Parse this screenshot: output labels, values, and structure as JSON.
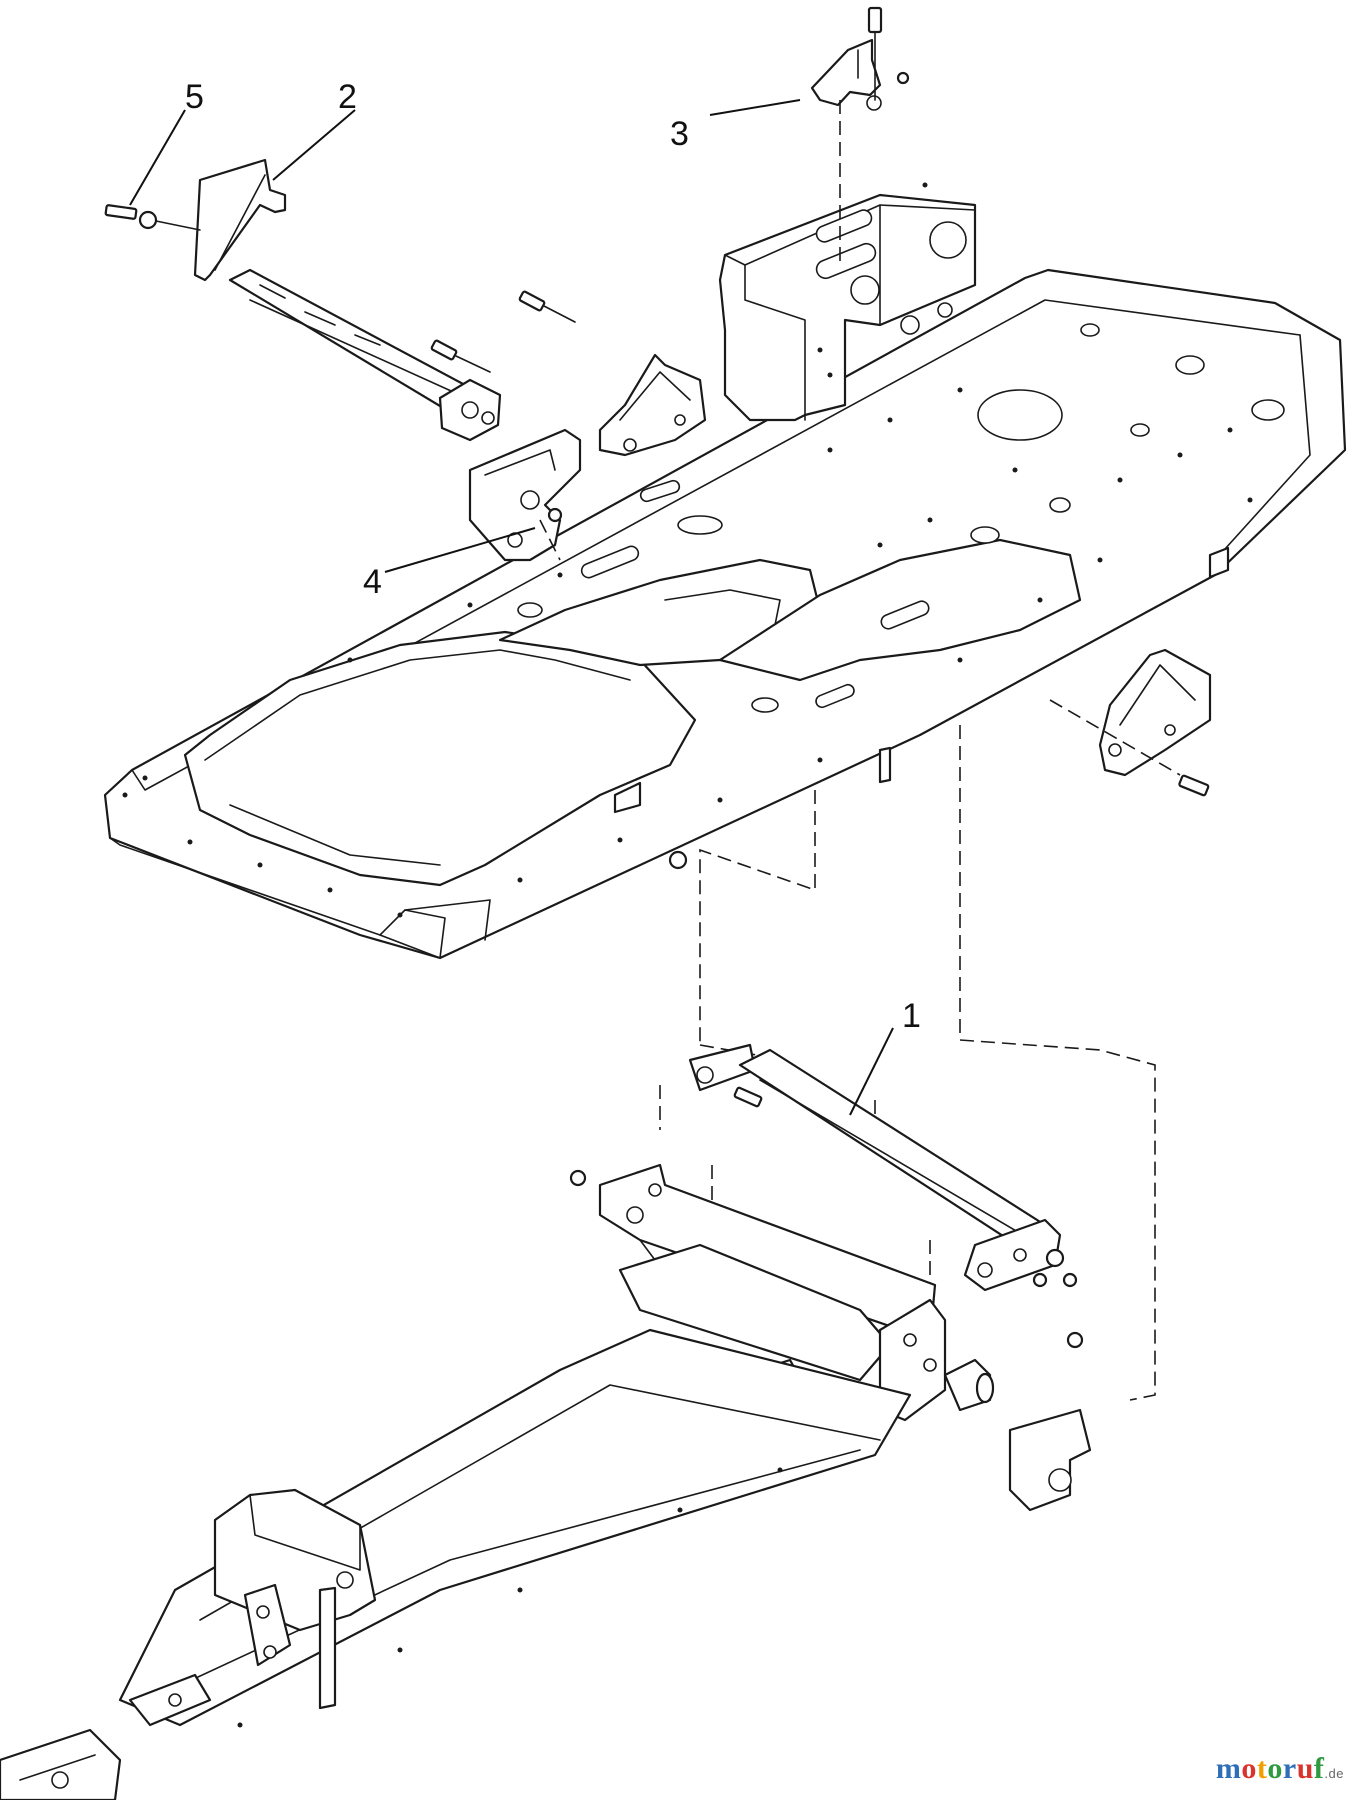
{
  "diagram": {
    "callouts": [
      {
        "id": "1",
        "label": "1"
      },
      {
        "id": "2",
        "label": "2"
      },
      {
        "id": "3",
        "label": "3"
      },
      {
        "id": "4",
        "label": "4"
      },
      {
        "id": "5",
        "label": "5"
      }
    ]
  },
  "watermark": {
    "brand": [
      "m",
      "o",
      "t",
      "o",
      "r",
      "u",
      "f"
    ],
    "tld": ".de"
  },
  "colors": {
    "line": "#1a1a1a",
    "watermark_blue": "#2e6fb8",
    "watermark_red": "#d9342b",
    "watermark_yellow": "#f0a000",
    "watermark_green": "#2f9a3f"
  }
}
